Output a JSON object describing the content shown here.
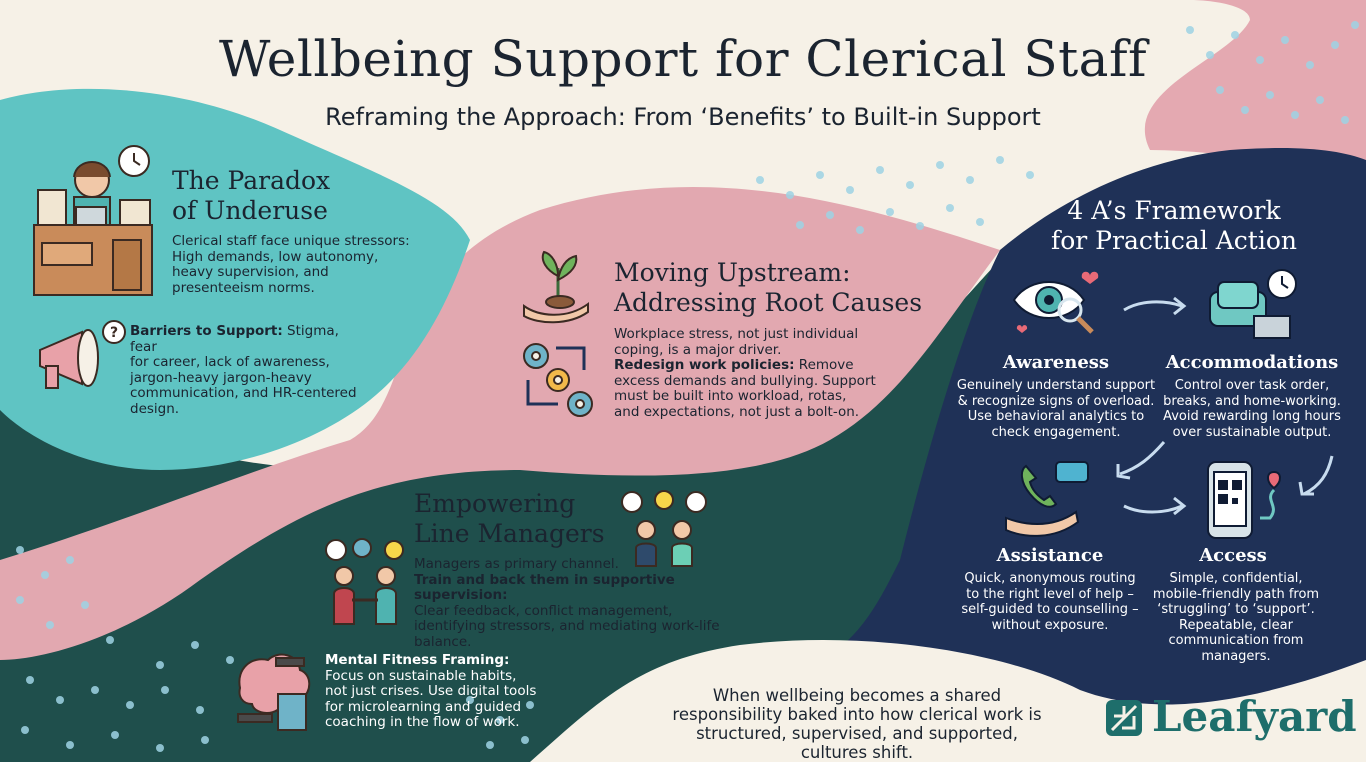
{
  "header": {
    "title": "Wellbeing Support for Clerical Staff",
    "subtitle": "Reframing the Approach: From ‘Benefits’ to Built-in Support"
  },
  "paradox": {
    "heading_line1": "The Paradox",
    "heading_line2": "of Underuse",
    "body": "Clerical staff face unique stressors: High demands, low autonomy, heavy supervision, and presenteeism norms."
  },
  "barriers": {
    "label": "Barriers to Support:",
    "body_line1": " Stigma, fear",
    "body_rest": "for career, lack of awareness, jargon-heavy jargon-heavy communication, and HR-centered design."
  },
  "upstream": {
    "heading_line1": "Moving Upstream:",
    "heading_line2": "Addressing Root Causes",
    "body": "Workplace stress, not just individual coping, is a major driver.",
    "policy_label": "Redesign work policies:",
    "policy_body_line1": " Remove",
    "policy_body_rest": "excess demands and bullying. Support must be built into workload, rotas, and expectations, not just a bolt-on."
  },
  "managers": {
    "heading_line1": "Empowering",
    "heading_line2": "Line Managers",
    "body": "Managers as primary channel.",
    "train_label": "Train and back them in supportive supervision:",
    "train_body": "Clear feedback, conflict management, identifying stressors, and mediating work-life balance."
  },
  "fitness": {
    "label": "Mental Fitness Framing:",
    "body": "Focus on sustainable habits, not just crises. Use digital tools for microlearning and guided coaching in the flow of work."
  },
  "framework": {
    "heading_line1": "4 A’s Framework",
    "heading_line2": "for Practical Action",
    "cards": [
      {
        "title": "Awareness",
        "body": "Genuinely understand support & recognize signs of overload. Use behavioral analytics to check engagement."
      },
      {
        "title": "Accommodations",
        "body": "Control over task order, breaks, and home-working. Avoid rewarding long hours over sustainable output."
      },
      {
        "title": "Assistance",
        "body": "Quick, anonymous routing to the right level of help – self-guided to counselling – without exposure."
      },
      {
        "title": "Access",
        "body": "Simple, confidential, mobile-friendly path from ‘struggling’ to ‘support’. Repeatable, clear communication from managers."
      }
    ]
  },
  "footer": {
    "quote": "When wellbeing becomes a shared responsibility baked into how clerical work is structured, supervised, and supported, cultures shift.",
    "brand": "Leafyard"
  },
  "colors": {
    "cream": "#f6f1e7",
    "teal": "#5fc4c3",
    "dark_green": "#1f4f4c",
    "pink": "#e2a8b0",
    "navy": "#1f3157",
    "logo_green": "#1e6e6b"
  }
}
